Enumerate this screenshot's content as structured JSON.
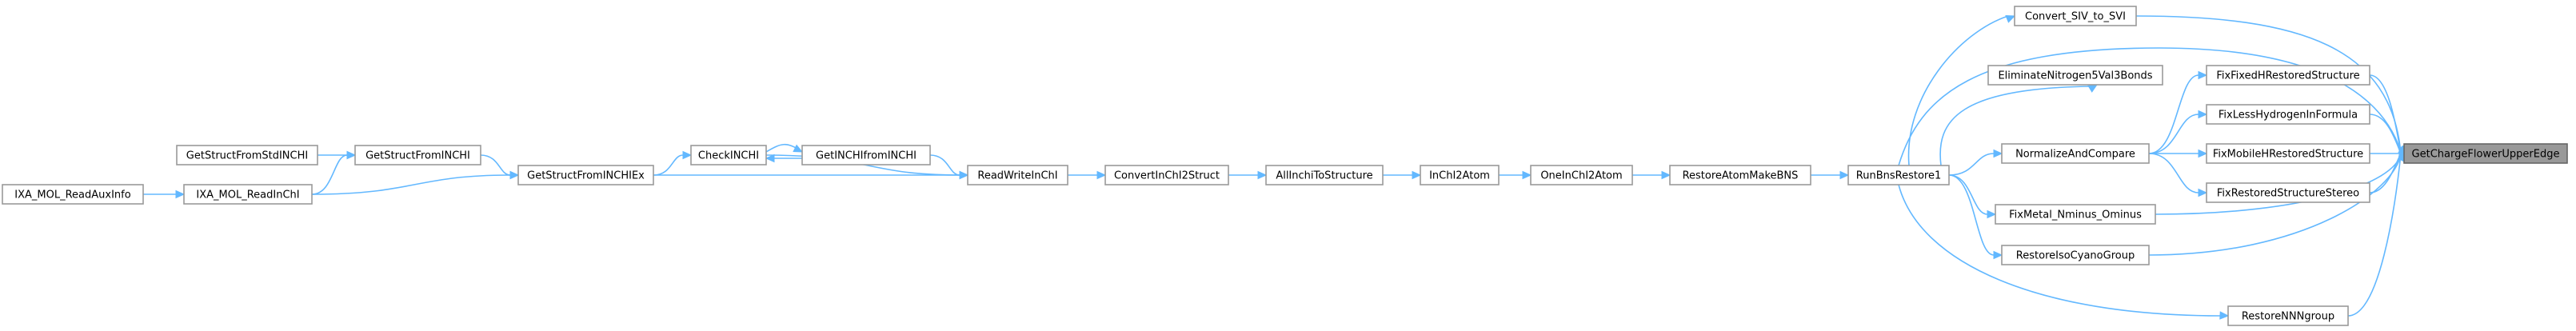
{
  "graph": {
    "nodes": [
      {
        "id": "root",
        "label": "GetChargeFlowerUpperEdge",
        "highlight": true
      },
      {
        "id": "convert",
        "label": "Convert_SIV_to_SVI"
      },
      {
        "id": "elim",
        "label": "EliminateNitrogen5Val3Bonds"
      },
      {
        "id": "fixfixed",
        "label": "FixFixedHRestoredStructure"
      },
      {
        "id": "fixless",
        "label": "FixLessHydrogenInFormula"
      },
      {
        "id": "normalize",
        "label": "NormalizeAndCompare"
      },
      {
        "id": "fixmobile",
        "label": "FixMobileHRestoredStructure"
      },
      {
        "id": "fixstereo",
        "label": "FixRestoredStructureStereo"
      },
      {
        "id": "fixmetal",
        "label": "FixMetal_Nminus_Ominus"
      },
      {
        "id": "restoreiso",
        "label": "RestoreIsoCyanoGroup"
      },
      {
        "id": "restorenn",
        "label": "RestoreNNNgroup"
      },
      {
        "id": "runbns",
        "label": "RunBnsRestore1"
      },
      {
        "id": "restoreatom",
        "label": "RestoreAtomMakeBNS"
      },
      {
        "id": "oneinchi",
        "label": "OneInChI2Atom"
      },
      {
        "id": "inchi2atom",
        "label": "InChI2Atom"
      },
      {
        "id": "allinchi",
        "label": "AllInchiToStructure"
      },
      {
        "id": "convertinchi",
        "label": "ConvertInChI2Struct"
      },
      {
        "id": "readwrite",
        "label": "ReadWriteInChI"
      },
      {
        "id": "getinchifrom",
        "label": "GetINCHIfromINCHI"
      },
      {
        "id": "checkinchi",
        "label": "CheckINCHI"
      },
      {
        "id": "getstructex",
        "label": "GetStructFromINCHIEx"
      },
      {
        "id": "getstruct",
        "label": "GetStructFromINCHI"
      },
      {
        "id": "getstructstd",
        "label": "GetStructFromStdINCHI"
      },
      {
        "id": "ixareadinchi",
        "label": "IXA_MOL_ReadInChI"
      },
      {
        "id": "ixareadaux",
        "label": "IXA_MOL_ReadAuxInfo"
      }
    ]
  }
}
